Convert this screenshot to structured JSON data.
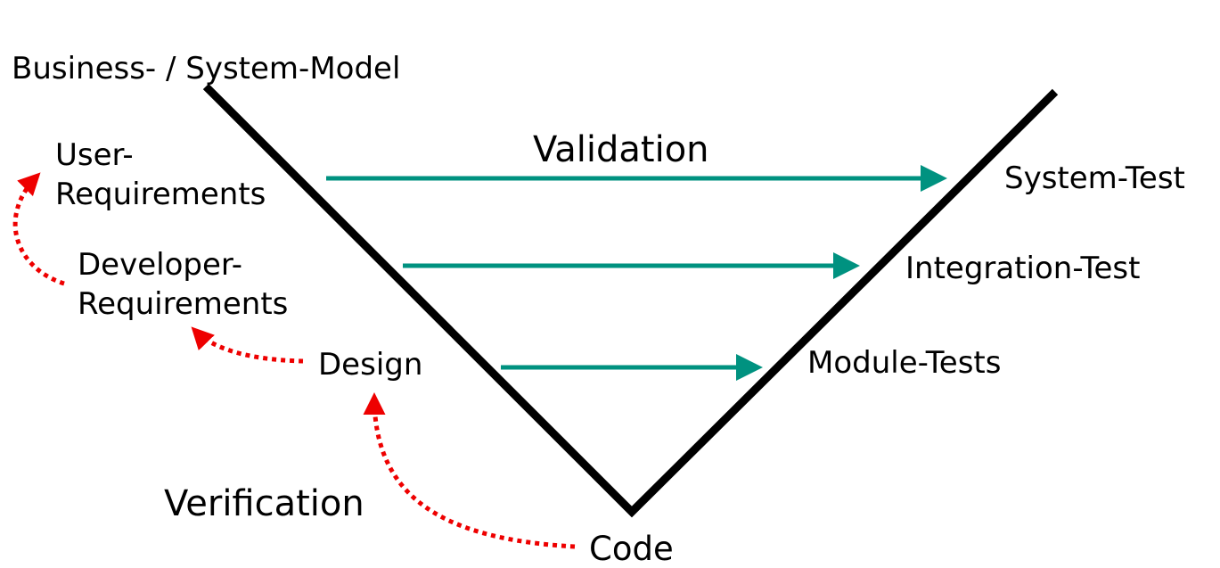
{
  "title": "Business- / System-Model",
  "labels": {
    "validation": "Validation",
    "verification": "Verification"
  },
  "left_side": {
    "user_requirements": [
      "User-",
      "Requirements"
    ],
    "developer_requirements": [
      "Developer-",
      "Requirements"
    ],
    "design": "Design",
    "code": "Code"
  },
  "right_side": {
    "system_test": "System-Test",
    "integration_test": "Integration-Test",
    "module_tests": "Module-Tests"
  },
  "colors": {
    "v_line": "#000000",
    "validation_arrow": "#009280",
    "verification_arrow": "#ee0000"
  }
}
